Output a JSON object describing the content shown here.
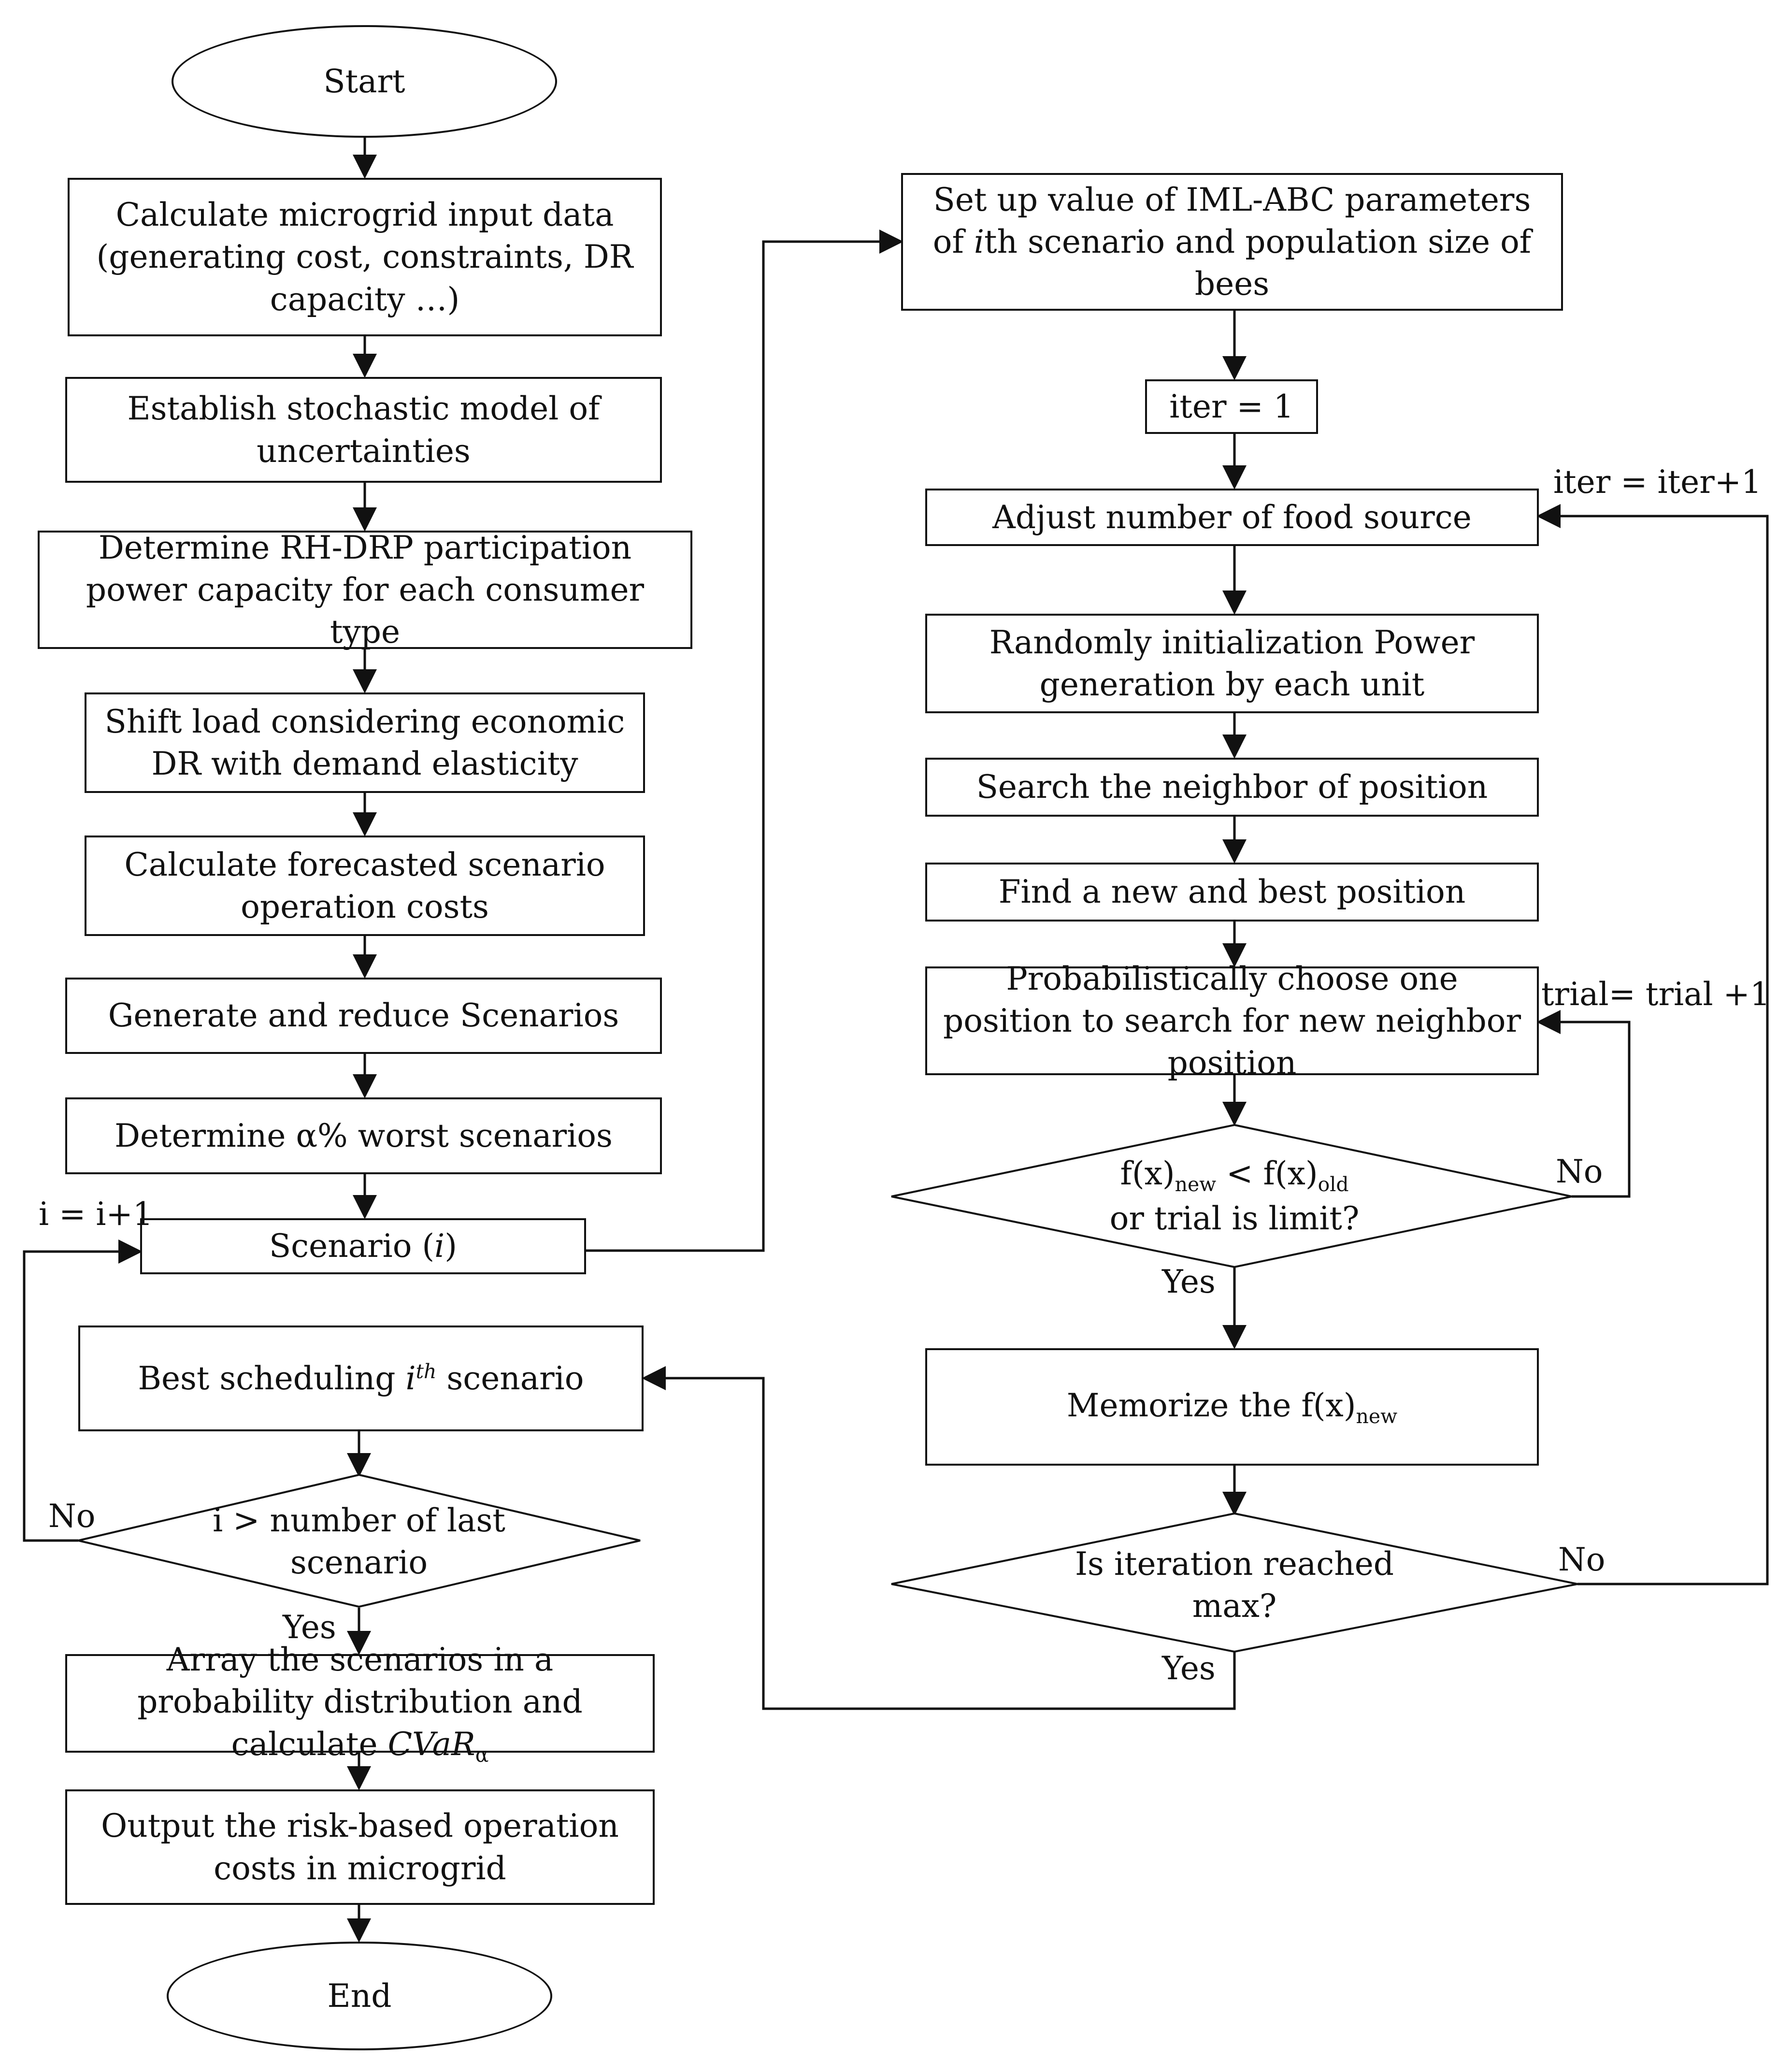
{
  "left": {
    "start": "Start",
    "calc_input": "Calculate microgrid input data (generating cost, constraints, DR capacity …)",
    "stochastic": "Establish stochastic model of uncertainties",
    "rh_drp": "Determine RH-DRP participation power capacity for each consumer type",
    "shift_load": "Shift load considering economic DR with demand elasticity",
    "forecast_cost": "Calculate forecasted scenario operation costs",
    "gen_reduce": "Generate and reduce Scenarios",
    "worst": "Determine α% worst scenarios",
    "scenario_prefix": "Scenario (",
    "scenario_var": "i",
    "scenario_suffix": ")",
    "best_prefix": "Best scheduling ",
    "best_var": "i",
    "best_sup": "th",
    "best_suffix": " scenario",
    "decision_last": "i > number of last scenario",
    "cvar_text": "Array the scenarios in a probability distribution and calculate ",
    "cvar_var": "CVaR",
    "cvar_sub": "α",
    "output": "Output the risk-based operation costs in microgrid",
    "end": "End",
    "lbl_i_inc": "i = i+1",
    "lbl_no": "No",
    "lbl_yes": "Yes"
  },
  "right": {
    "setup_prefix": "Set up value of IML-ABC parameters of ",
    "setup_var": "i",
    "setup_suffix": "th scenario and population size of bees",
    "iter_init": "iter = 1",
    "adjust_food": "Adjust number of food source",
    "random_init": "Randomly initialization Power generation by each unit",
    "search_neighbor": "Search the neighbor of position",
    "find_best": "Find a new and best position",
    "prob_choose": "Probabilistically choose one position to search for new neighbor position",
    "cond_fx": "f(x)",
    "cond_new": "new",
    "cond_lt": " < f(x)",
    "cond_old": "old",
    "cond_trial": "or trial is limit?",
    "memorize_prefix": "Memorize the f(x)",
    "memorize_sub": "new",
    "iter_reached": "Is iteration reached max?",
    "lbl_iter_inc": "iter = iter+1",
    "lbl_trial_inc": "trial= trial +1",
    "lbl_no_trial": "No",
    "lbl_yes_trial": "Yes",
    "lbl_no_iter": "No",
    "lbl_yes_iter": "Yes"
  }
}
